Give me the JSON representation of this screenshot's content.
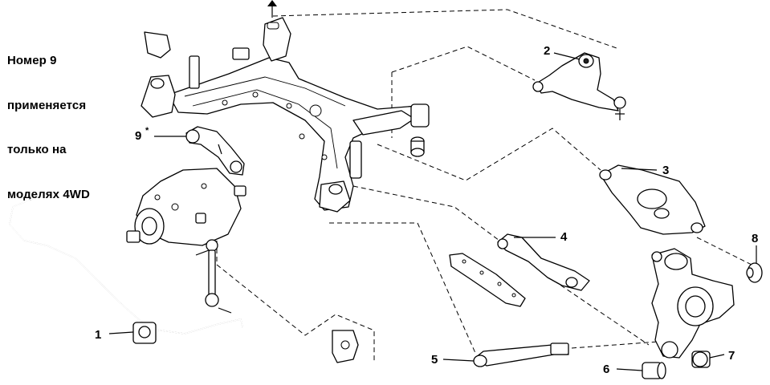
{
  "note": {
    "lines": [
      "Номер 9",
      "применяется",
      "только на",
      "моделях 4WD"
    ]
  },
  "callouts": {
    "c1": "1",
    "c2": "2",
    "c3": "3",
    "c4": "4",
    "c5": "5",
    "c6": "6",
    "c7": "7",
    "c8": "8",
    "c9": "9",
    "c9_mark": "*"
  }
}
